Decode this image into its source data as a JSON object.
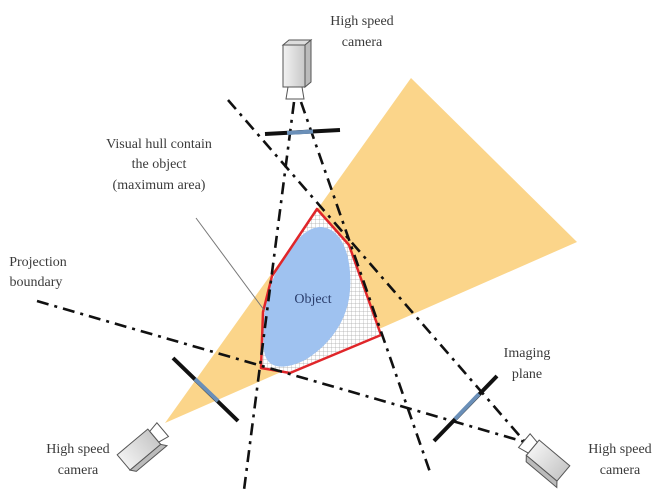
{
  "labels": {
    "top_camera": [
      "High speed",
      "camera"
    ],
    "left_camera": [
      "High speed",
      "camera"
    ],
    "right_camera": [
      "High speed",
      "camera"
    ],
    "visual_hull": [
      "Visual hull contain",
      "the object",
      "(maximum area)"
    ],
    "projection_boundary": [
      "Projection",
      "boundary"
    ],
    "imaging_plane": [
      "Imaging",
      "plane"
    ],
    "object": "Object"
  },
  "colors": {
    "projection_cone": "#fbd58a",
    "object": "#9fc2f0",
    "hull": "#e0262a",
    "sensor": "#6a8fb8"
  }
}
